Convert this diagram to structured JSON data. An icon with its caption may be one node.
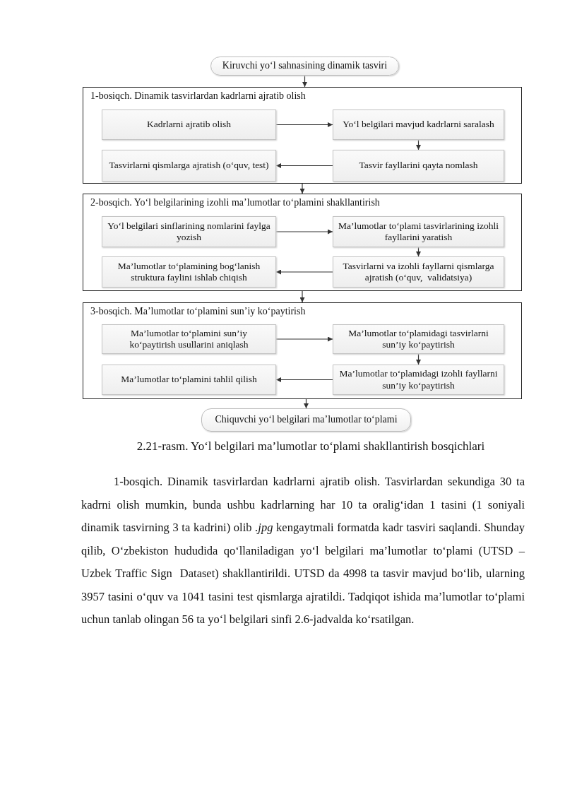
{
  "diagram": {
    "caption": "2.21-rasm. Yo‘l belgilari ma’lumotlar to‘plami shakllantirish bosqichlari",
    "nodes": [
      {
        "text": [
          "Kiruvchi yo‘l sahnasining dinamik tasviri"
        ]
      },
      {
        "text": [
          "1-bosiqch. Dinamik tasvirlardan kadrlarni ajratib olish"
        ]
      },
      {
        "text": [
          "Kadrlarni ajratib olish"
        ],
        "in": 1
      },
      {
        "text": [
          "Yo‘l belgilari mavjud kadrlarni saralash"
        ],
        "in": 1
      },
      {
        "text": [
          "Tasvirlarni qismlarga ajratish (o‘quv, test)"
        ],
        "in": 1
      },
      {
        "text": [
          "Tasvir fayllarini qayta nomlash"
        ],
        "in": 1
      },
      {
        "text": [
          "2-bosqich. Yo‘l belgilarining izohli ma’lumotlar to‘plamini shakllantirish"
        ]
      },
      {
        "text": [
          "Yo‘l belgilari sinflarining nomlarini faylga yozish"
        ],
        "in": 6
      },
      {
        "text": [
          "Ma’lumotlar to‘plami tasvirlarining izohli fayllarini yaratish"
        ],
        "in": 6
      },
      {
        "text": [
          "Ma’lumotlar to‘plamining bog‘lanish struktura faylini ishlab chiqish"
        ],
        "in": 6
      },
      {
        "text": [
          "Tasvirlarni va izohli fayllarni qismlarga ajratish (o‘quv,  validatsiya)"
        ],
        "in": 6
      },
      {
        "text": [
          "3-bosqich. Ma’lumotlar to‘plamini sun’iy ko‘paytirish"
        ]
      },
      {
        "text": [
          "Ma’lumotlar to‘plamini sun’iy ko‘paytirish usullarini aniqlash"
        ],
        "in": 11
      },
      {
        "text": [
          "Ma’lumotlar to‘plamidagi tasvirlarni sun’iy ko‘paytirish"
        ],
        "in": 11
      },
      {
        "text": [
          "Ma’lumotlar to‘plamini tahlil qilish"
        ],
        "in": 11
      },
      {
        "text": [
          "Ma’lumotlar to‘plamidagi izohli fayllarni sun’iy ko‘paytirish"
        ],
        "in": 11
      },
      {
        "text": [
          "Chiquvchi yo‘l belgilari ma’lumotlar to‘plami"
        ]
      }
    ],
    "edges": [
      {
        "from": 0,
        "to": 1,
        "arrow": "to"
      },
      {
        "from": 2,
        "to": 3,
        "arrow": "to"
      },
      {
        "from": 3,
        "to": 5,
        "arrow": "to"
      },
      {
        "from": 5,
        "to": 4,
        "arrow": "to"
      },
      {
        "from": 1,
        "to": 6,
        "arrow": "to"
      },
      {
        "from": 7,
        "to": 8,
        "arrow": "to"
      },
      {
        "from": 8,
        "to": 10,
        "arrow": "to"
      },
      {
        "from": 10,
        "to": 9,
        "arrow": "to"
      },
      {
        "from": 6,
        "to": 11,
        "arrow": "to"
      },
      {
        "from": 12,
        "to": 13,
        "arrow": "to"
      },
      {
        "from": 13,
        "to": 15,
        "arrow": "to"
      },
      {
        "from": 15,
        "to": 14,
        "arrow": "to"
      },
      {
        "from": 11,
        "to": 16,
        "arrow": "to"
      }
    ],
    "labels": [
      "1-bosqich. Dinamik tasvirlardan kadrlarni ajratib olish. Tasvirlardan sekundiga 30 ta kadrni olish mumkin, bunda ushbu kadrlarning har 10 ta oralig‘idan 1 tasini (1 soniyali dinamik tasvirning 3 ta kadrini) olib *.jpg* kengaytmali formatda kadr tasviri saqlandi. Shunday qilib, O‘zbekiston hududida qo‘llaniladigan yo‘l belgilari ma’lumotlar to‘plami (UTSD – Uzbek Traffic Sign  Dataset) shakllantirildi. UTSD da 4998 ta tasvir mavjud bo‘lib, ularning 3957 tasini o‘quv va 1041 tasini test qismlarga ajratildi. Tadqiqot ishida ma’lumotlar to‘plami uchun tanlab olingan 56 ta yo‘l belgilari sinfi 2.6-jadvalda ko‘rsatilgan."
    ]
  }
}
